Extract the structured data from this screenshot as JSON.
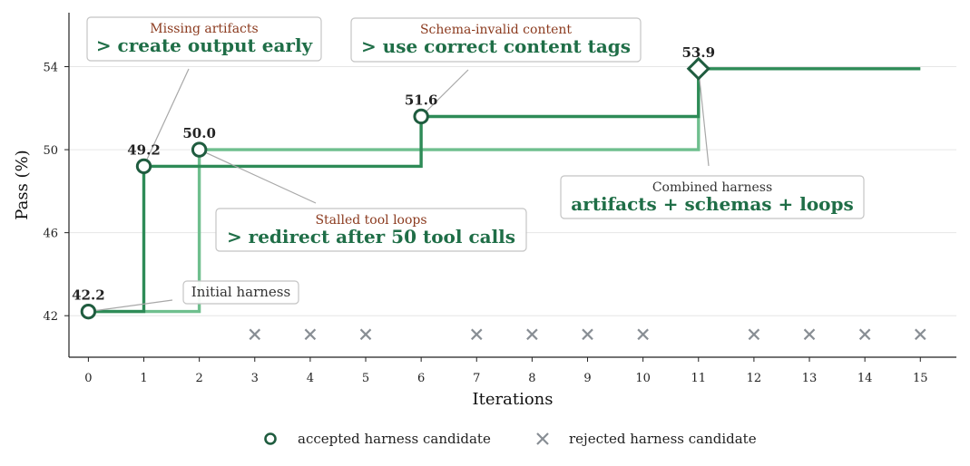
{
  "chart_data": {
    "type": "line",
    "xlabel": "Iterations",
    "ylabel": "Pass (%)",
    "xlim": [
      -0.35,
      15.65
    ],
    "ylim": [
      40.0,
      56.6
    ],
    "x_ticks": [
      0,
      1,
      2,
      3,
      4,
      5,
      6,
      7,
      8,
      9,
      10,
      11,
      12,
      13,
      14,
      15
    ],
    "y_ticks": [
      42,
      46,
      50,
      54
    ],
    "grid": "horizontal",
    "series": [
      {
        "color": "#2e8b57",
        "steps": [
          [
            0,
            42.2
          ],
          [
            1,
            42.2
          ],
          [
            1,
            49.2
          ],
          [
            6,
            49.2
          ],
          [
            6,
            51.6
          ],
          [
            11,
            51.6
          ],
          [
            11,
            53.9
          ],
          [
            15,
            53.9
          ]
        ]
      },
      {
        "color": "#6fbf8e",
        "steps": [
          [
            0,
            42.2
          ],
          [
            2,
            42.2
          ],
          [
            2,
            50.0
          ],
          [
            11,
            50.0
          ],
          [
            11,
            53.9
          ]
        ]
      }
    ],
    "accepted": [
      {
        "x": 0,
        "y": 42.2,
        "label": "42.2",
        "marker": "circle"
      },
      {
        "x": 1,
        "y": 49.2,
        "label": "49.2",
        "marker": "circle"
      },
      {
        "x": 2,
        "y": 50.0,
        "label": "50.0",
        "marker": "circle"
      },
      {
        "x": 6,
        "y": 51.6,
        "label": "51.6",
        "marker": "circle"
      },
      {
        "x": 11,
        "y": 53.9,
        "label": "53.9",
        "marker": "diamond"
      }
    ],
    "rejected_x": [
      3,
      4,
      5,
      7,
      8,
      9,
      10,
      12,
      13,
      14,
      15
    ],
    "rejected_y": 41.1,
    "annotations": [
      {
        "title": "Missing artifacts",
        "action": "> create output early",
        "target": [
          1,
          49.2
        ]
      },
      {
        "title": "Schema-invalid content",
        "action": "> use correct content tags",
        "target": [
          6,
          51.6
        ]
      },
      {
        "title": "Stalled tool loops",
        "action": "> redirect after 50 tool calls",
        "target": [
          2,
          50.0
        ]
      },
      {
        "title": "Combined harness",
        "action": "artifacts + schemas + loops",
        "target": [
          11,
          53.9
        ]
      },
      {
        "title": "Initial harness",
        "action": "",
        "target": [
          0,
          42.2
        ]
      }
    ],
    "legend": {
      "placement": "bottom-center",
      "accepted_label": "accepted harness candidate",
      "rejected_label": "rejected harness candidate"
    },
    "colors": {
      "accepted_marker": "#1f5c3f",
      "rejected_marker": "#888e94",
      "annotation_title": "#8b3a1e",
      "annotation_action": "#1f6e47"
    }
  }
}
